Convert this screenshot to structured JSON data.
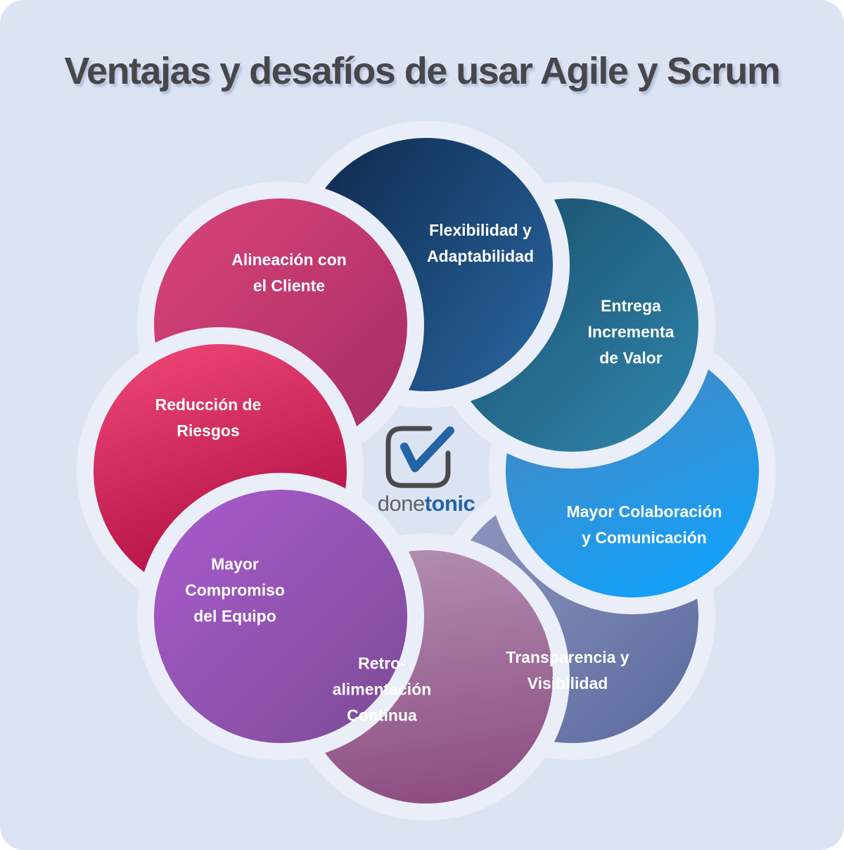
{
  "title": "Ventajas y desafíos de usar Agile y Scrum",
  "background_color": "#dce4f4",
  "gap_color": "#eaeef9",
  "brand": {
    "name_regular": "done",
    "name_bold": "tonic",
    "done_color": "#606265",
    "tonic_color": "#2465a8",
    "checkbox_color": "#4a4a4c",
    "check_color": "#2363a6"
  },
  "petals": [
    {
      "id": "flexibilidad",
      "lines": [
        "Flexibilidad y",
        "Adaptabilidad"
      ],
      "color_from": "#0d2446",
      "color_to": "#266099"
    },
    {
      "id": "entrega",
      "lines": [
        "Entrega",
        "Incrementa",
        "de Valor"
      ],
      "color_from": "#174963",
      "color_to": "#3189b2"
    },
    {
      "id": "colaboracion",
      "lines": [
        "Mayor Colaboración",
        "y Comunicación"
      ],
      "color_from": "#4f83b5",
      "color_to": "#12a1fb"
    },
    {
      "id": "transparencia",
      "lines": [
        "Transparencia y",
        "Visibilidad"
      ],
      "color_from": "#949bc1",
      "color_to": "#57669c"
    },
    {
      "id": "retroalimentacion",
      "lines": [
        "Retro-",
        "alimentación",
        "Continua"
      ],
      "color_from": "#b38eb2",
      "color_to": "#8c4b80"
    },
    {
      "id": "compromiso",
      "lines": [
        "Mayor",
        "Compromiso",
        "del Equipo"
      ],
      "color_from": "#ab5bd0",
      "color_to": "#7a4b94"
    },
    {
      "id": "reduccion",
      "lines": [
        "Reducción de",
        "Riesgos"
      ],
      "color_from": "#f04a7a",
      "color_to": "#ac0a3e"
    },
    {
      "id": "alineacion",
      "lines": [
        "Alineación con",
        "el Cliente"
      ],
      "color_from": "#dc4579",
      "color_to": "#a22a66"
    }
  ]
}
